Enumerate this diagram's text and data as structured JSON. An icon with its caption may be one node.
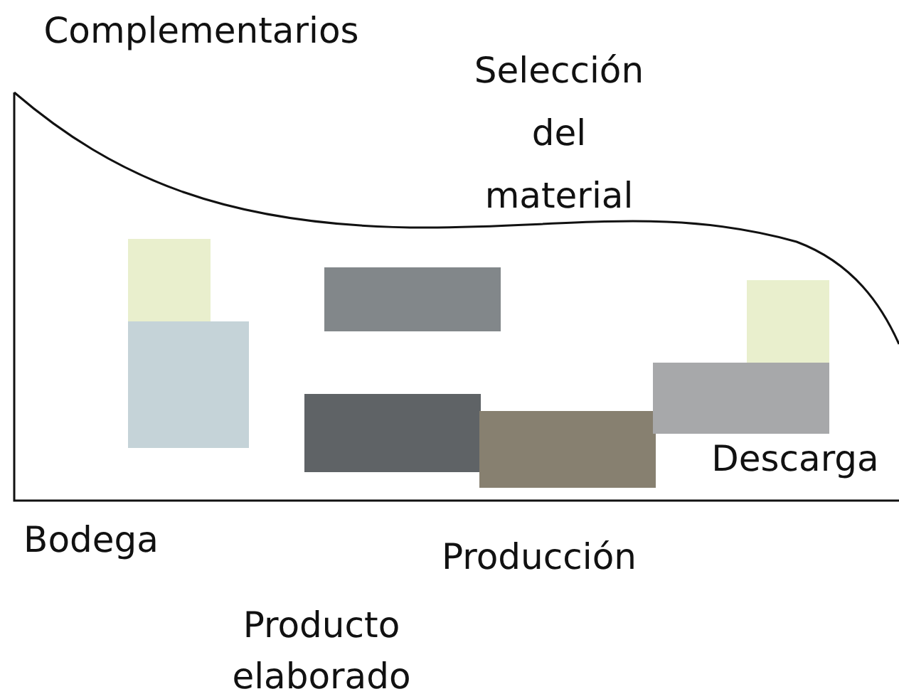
{
  "diagram": {
    "labels": [
      "Complementarios",
      "Selección del material",
      "Descarga",
      "Bodega",
      "Producción",
      "Producto elaborado"
    ]
  }
}
